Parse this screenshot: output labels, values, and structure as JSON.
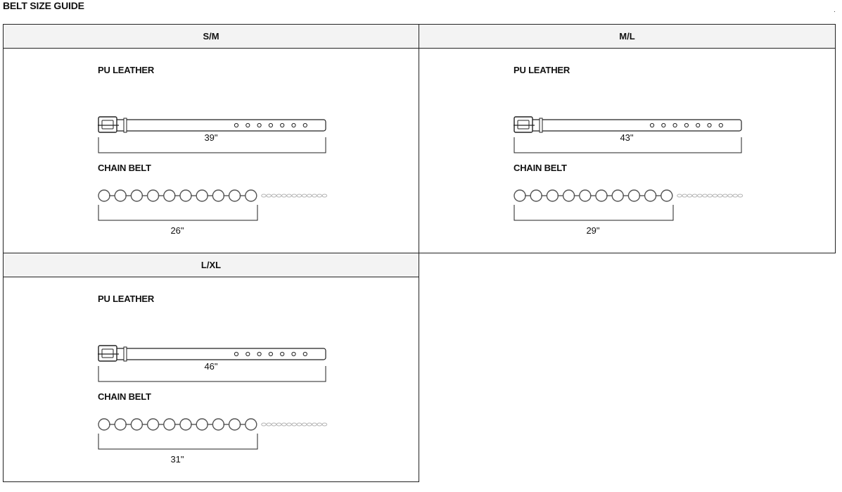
{
  "page": {
    "title": "BELT SIZE GUIDE"
  },
  "cards": [
    {
      "size": "S/M",
      "pu_label": "PU LEATHER",
      "pu_length": "39\"",
      "chain_label": "CHAIN BELT",
      "chain_length": "26\""
    },
    {
      "size": "M/L",
      "pu_label": "PU LEATHER",
      "pu_length": "43\"",
      "chain_label": "CHAIN BELT",
      "chain_length": "29\""
    },
    {
      "size": "L/XL",
      "pu_label": "PU LEATHER",
      "pu_length": "46\"",
      "chain_label": "CHAIN BELT",
      "chain_length": "31\""
    }
  ],
  "icons": {
    "leather": "leather-belt-icon",
    "chain": "chain-belt-icon",
    "measure": "measurement-bracket-icon"
  },
  "colors": {
    "border": "#222222",
    "header_bg": "#f3f3f3",
    "chain_tail": "#b5b5b5"
  }
}
